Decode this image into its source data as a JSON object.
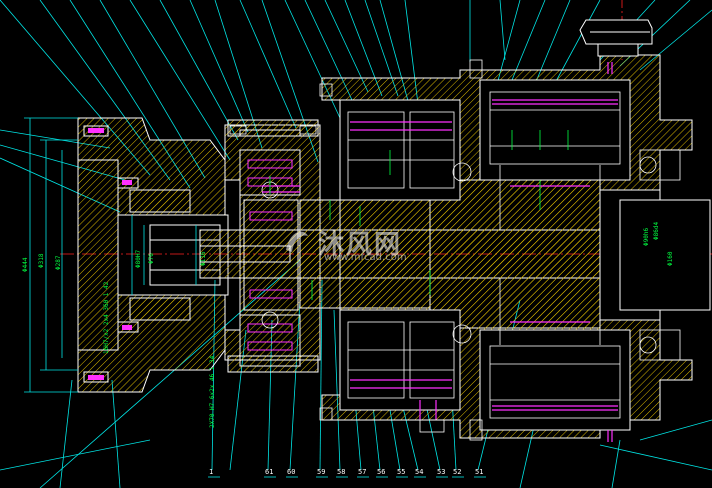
{
  "drawing": {
    "title": "",
    "colors": {
      "background": "#000000",
      "outline": "#ffffff",
      "hatch": "#e0c000",
      "leader": "#00ffff",
      "shaft": "#ff40ff",
      "center": "#ff2020",
      "gear": "#00ff00",
      "bolt": "#ff00ff"
    }
  },
  "dimensions": [
    {
      "id": "d-left-1",
      "text": "Φ444"
    },
    {
      "id": "d-left-2",
      "text": "Φ318"
    },
    {
      "id": "d-left-3",
      "text": "Φ287"
    },
    {
      "id": "d-left-4",
      "text": "Φ80H7"
    },
    {
      "id": "d-left-5",
      "text": "Φ76"
    },
    {
      "id": "d-left-6",
      "text": "Φ116"
    },
    {
      "id": "d-right-1",
      "text": "Φ90h6"
    },
    {
      "id": "d-right-2",
      "text": "Φ160"
    },
    {
      "id": "d-right-3",
      "text": "Φ86d4"
    }
  ],
  "rotated_notes": [
    {
      "id": "note-1",
      "text": "16H7/x2 2x4 360 1 42"
    },
    {
      "id": "note-2",
      "text": "2X70 H7 6x2x 46 1 34"
    }
  ],
  "callouts": [
    "1",
    "61",
    "60",
    "59",
    "58",
    "57",
    "56",
    "55",
    "54",
    "53",
    "52",
    "51"
  ],
  "watermark": {
    "name": "沐风网",
    "url": "www.mfcad.com"
  }
}
